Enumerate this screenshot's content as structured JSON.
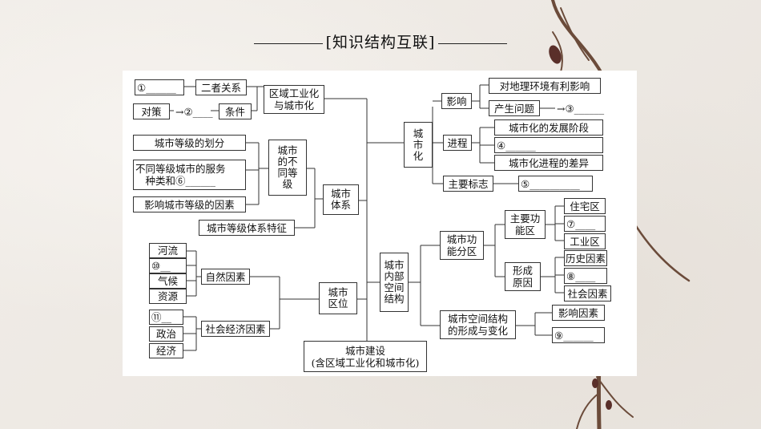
{
  "title": "[知识结构互联]",
  "nodes": {
    "n1": "①______",
    "relation": "二者关系",
    "regional_ind": "区域工业化\n与城市化",
    "policy": "对策",
    "n2": "→②____",
    "conditions": "条件",
    "grading": "城市等级的划分",
    "service": "不同等级城市的服务\n种类和⑥______",
    "factors_grade": "影响城市等级的因素",
    "diff_grades": "城市\n的不\n同等\n级",
    "system": "城市\n体系",
    "system_feature": "城市等级体系特征",
    "river": "河流",
    "n10": "⑩__",
    "climate": "气候",
    "resources": "资源",
    "natural": "自然因素",
    "n11": "⑪__",
    "politics": "政治",
    "economy": "经济",
    "socioeconomic": "社会经济因素",
    "location": "城市\n区位",
    "construction": "城市建设\n(含区域工业化和城市化)",
    "internal": "城市\n内部\n空间\n结构",
    "urbanization": "城\n市\n化",
    "influence": "影响",
    "benefit": "对地理环境有利影响",
    "problems": "产生问题",
    "n3": "→③______",
    "process": "进程",
    "stages": "城市化的发展阶段",
    "n4": "④______",
    "differences": "城市化进程的差异",
    "indicator": "主要标志",
    "n5": "⑤__________",
    "functional": "城市功\n能分区",
    "main_func": "主要功\n能区",
    "residential": "住宅区",
    "n7": "⑦____",
    "industrial": "工业区",
    "formation": "形成\n原因",
    "historical": "历史因素",
    "n8": "⑧____",
    "social": "社会因素",
    "spatial_change": "城市空间结构\n的形成与变化",
    "influencing": "影响因素",
    "n9": "⑨______"
  }
}
